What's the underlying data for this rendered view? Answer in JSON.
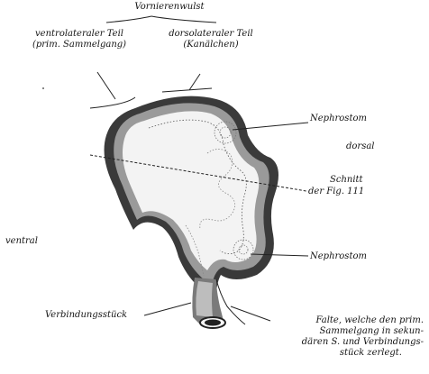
{
  "figure": {
    "labels": {
      "vornierenwulst": "Vornierenwulst",
      "ventrolateral_line1": "ventrolateraler Teil",
      "ventrolateral_line2": "(prim. Sammelgang)",
      "dorsolateral_line1": "dorsolateraler Teil",
      "dorsolateral_line2": "(Kanälchen)",
      "nephrostom_top": "Nephrostom",
      "dorsal": "dorsal",
      "schnitt_line1": "Schnitt",
      "schnitt_line2": "der Fig. 111",
      "ventral": "ventral",
      "nephrostom_bottom": "Nephrostom",
      "verbindungsstueck": "Verbindungsstück",
      "falte_line1": "Falte, welche den prim.",
      "falte_line2": "Sammelgang in sekun-",
      "falte_line3": "dären S. und Verbindungs-",
      "falte_line4": "stück zerlegt."
    },
    "colors": {
      "ink": "#141414",
      "outer_shade": "#3a3a3a",
      "mid_shade": "#9a9a9a",
      "inner_fill": "#f2f2f2"
    }
  }
}
